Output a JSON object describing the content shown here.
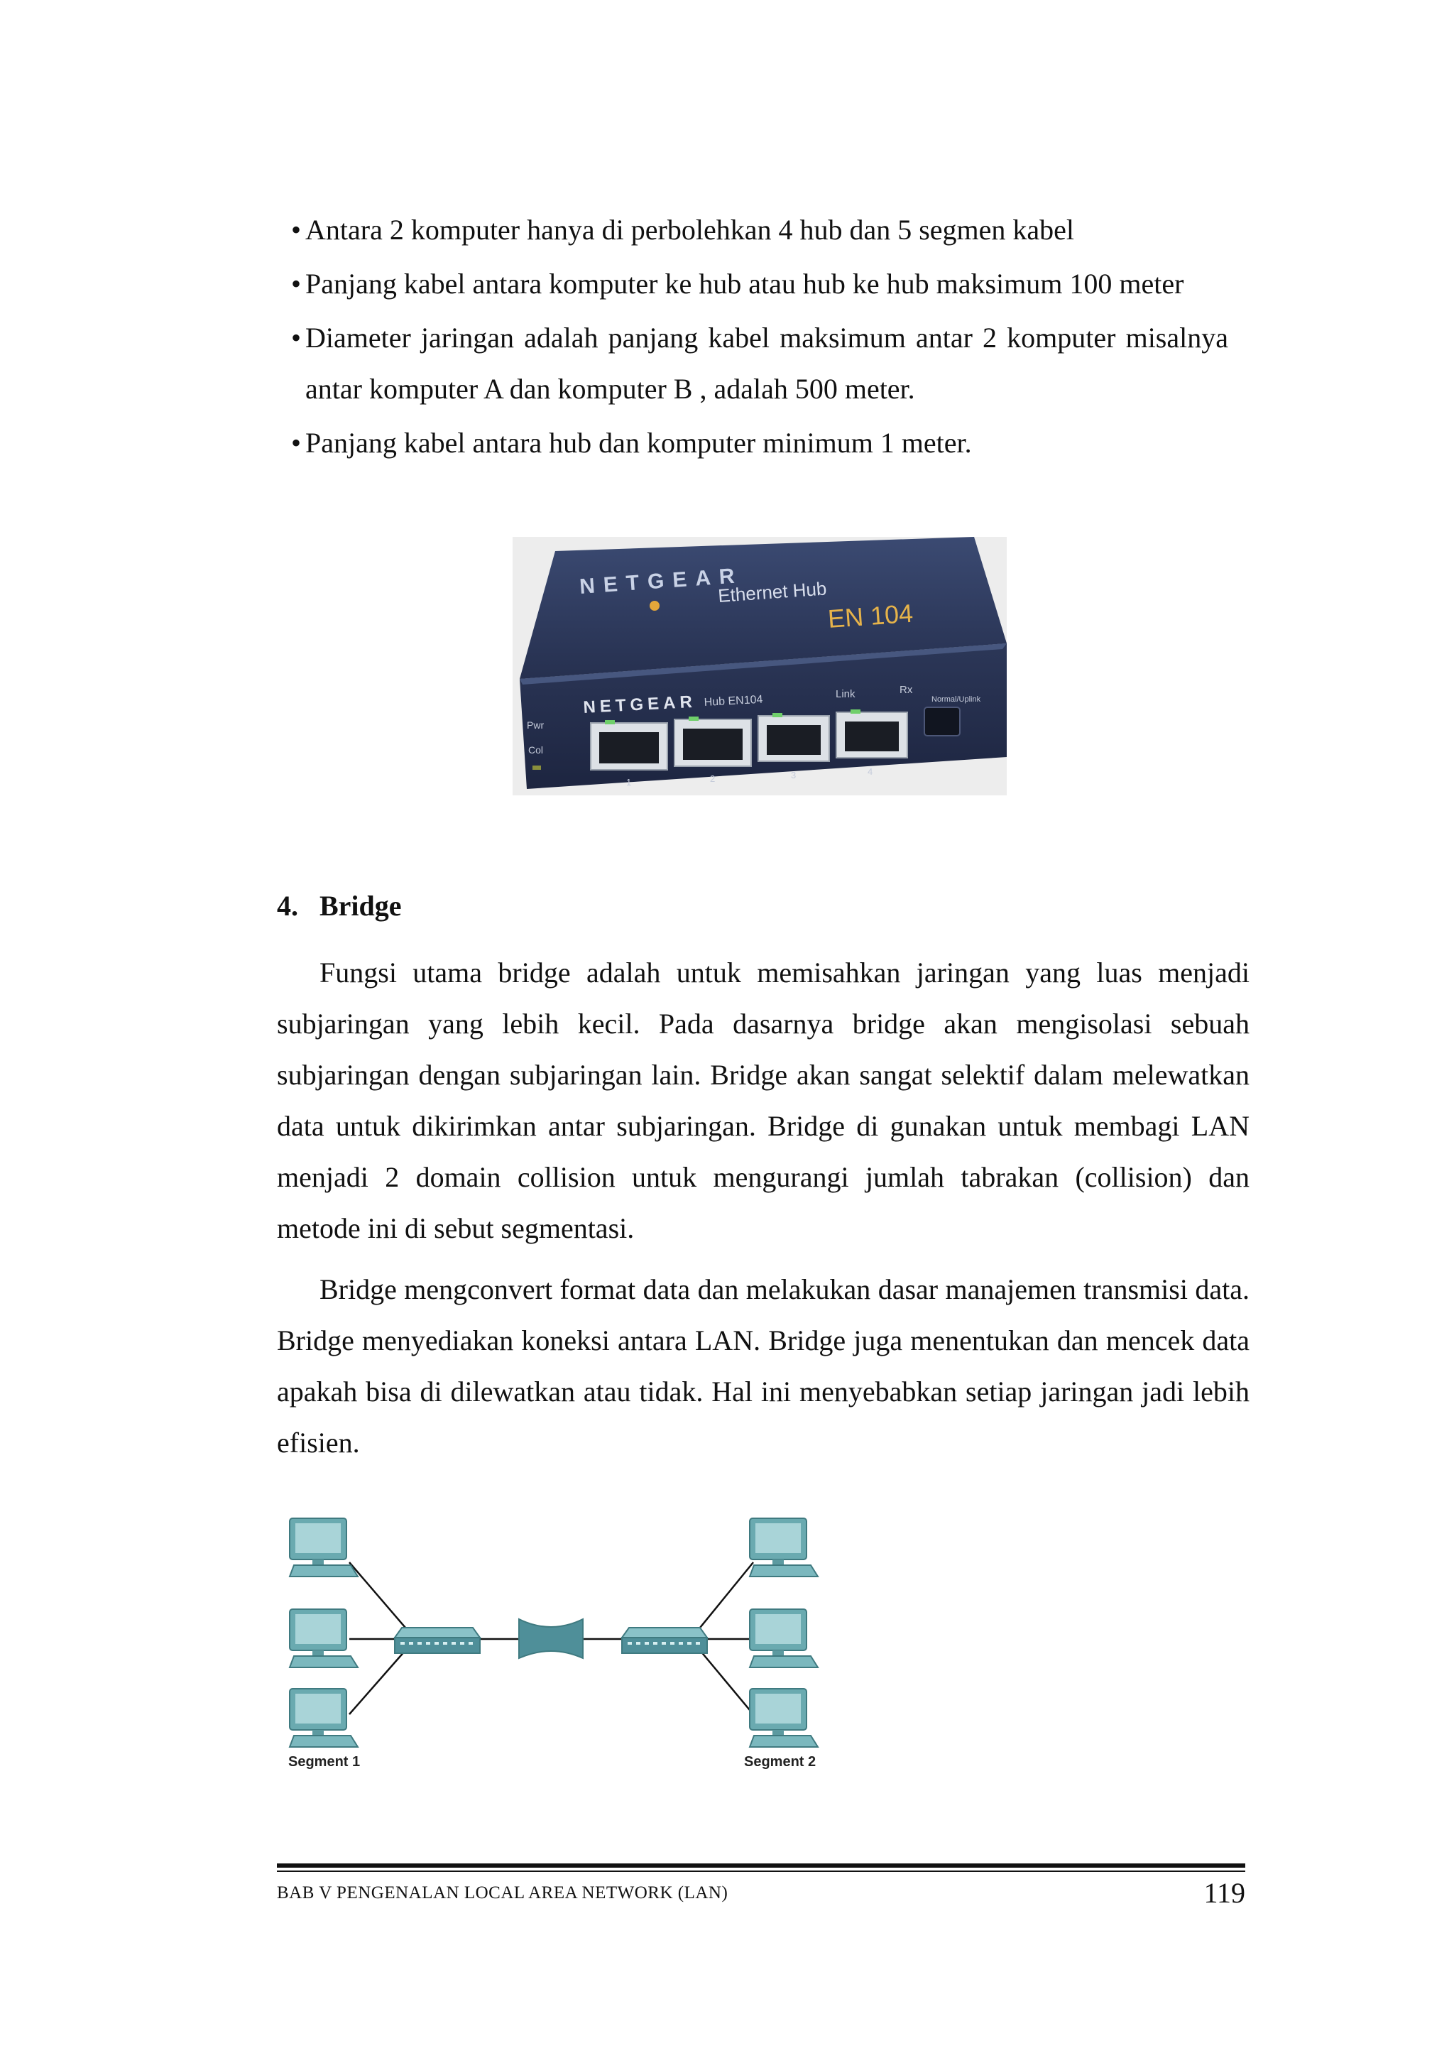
{
  "bullets": [
    "Antara 2 komputer hanya di perbolehkan 4 hub dan 5 segmen kabel",
    "Panjang kabel antara komputer ke hub atau hub ke hub maksimum 100 meter",
    "Diameter jaringan adalah panjang kabel maksimum antar 2 komputer misalnya antar komputer A dan komputer B , adalah 500 meter.",
    "Panjang kabel antara hub dan komputer minimum 1 meter."
  ],
  "bullet_symbol": "•",
  "hub_photo": {
    "brand_top": "NETGEAR",
    "product": "Ethernet Hub",
    "model": "EN 104",
    "front_brand": "NETGEAR",
    "front_model": "Hub EN104",
    "port_labels": [
      "1",
      "2",
      "3",
      "4"
    ],
    "indicators": [
      "Pwr",
      "Col",
      "Link",
      "Rx",
      "Normal/Uplink"
    ]
  },
  "section": {
    "number": "4.",
    "title": "Bridge"
  },
  "paragraphs": [
    "Fungsi utama bridge adalah untuk memisahkan jaringan yang luas menjadi subjaringan yang lebih kecil. Pada dasarnya bridge akan mengisolasi sebuah subjaringan dengan subjaringan lain. Bridge akan sangat selektif dalam melewatkan data untuk dikirimkan antar subjaringan. Bridge di gunakan untuk membagi LAN menjadi 2 domain collision untuk mengurangi jumlah tabrakan (collision) dan metode ini di sebut segmentasi.",
    "Bridge mengconvert format data dan melakukan dasar manajemen transmisi data. Bridge menyediakan koneksi antara LAN. Bridge juga menentukan dan mencek data apakah bisa di dilewatkan atau tidak. Hal ini menyebabkan setiap jaringan jadi lebih efisien."
  ],
  "diagram": {
    "segment_left": "Segment 1",
    "segment_right": "Segment 2"
  },
  "footer": {
    "chapter": "BAB V  PENGENALAN LOCAL AREA NETWORK (LAN)",
    "page_number": "119"
  },
  "colors": {
    "hub_body": "#2e3a5c",
    "computer": "#6aaab0",
    "hub_icon": "#4f8f99"
  }
}
